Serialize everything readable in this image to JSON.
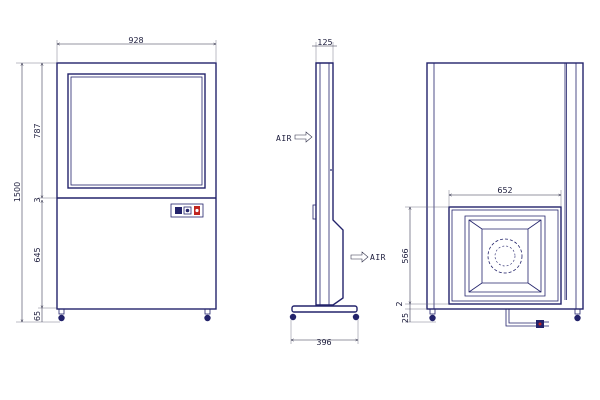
{
  "drawing": {
    "front_view": {
      "dim_width": "928",
      "dim_height_total": "1500",
      "dim_screen_height": "787",
      "dim_gap": "3",
      "dim_lower_height": "645",
      "dim_foot": "65"
    },
    "side_view": {
      "dim_depth_top": "125",
      "dim_base_depth": "396",
      "air_in_label": "AIR",
      "air_out_label": "AIR"
    },
    "rear_view": {
      "dim_fan_width": "652",
      "dim_fan_height": "566",
      "dim_gap_small": "2",
      "dim_bottom": "25"
    }
  },
  "colors": {
    "outline": "#23236b",
    "dimension": "#2a2a44"
  }
}
